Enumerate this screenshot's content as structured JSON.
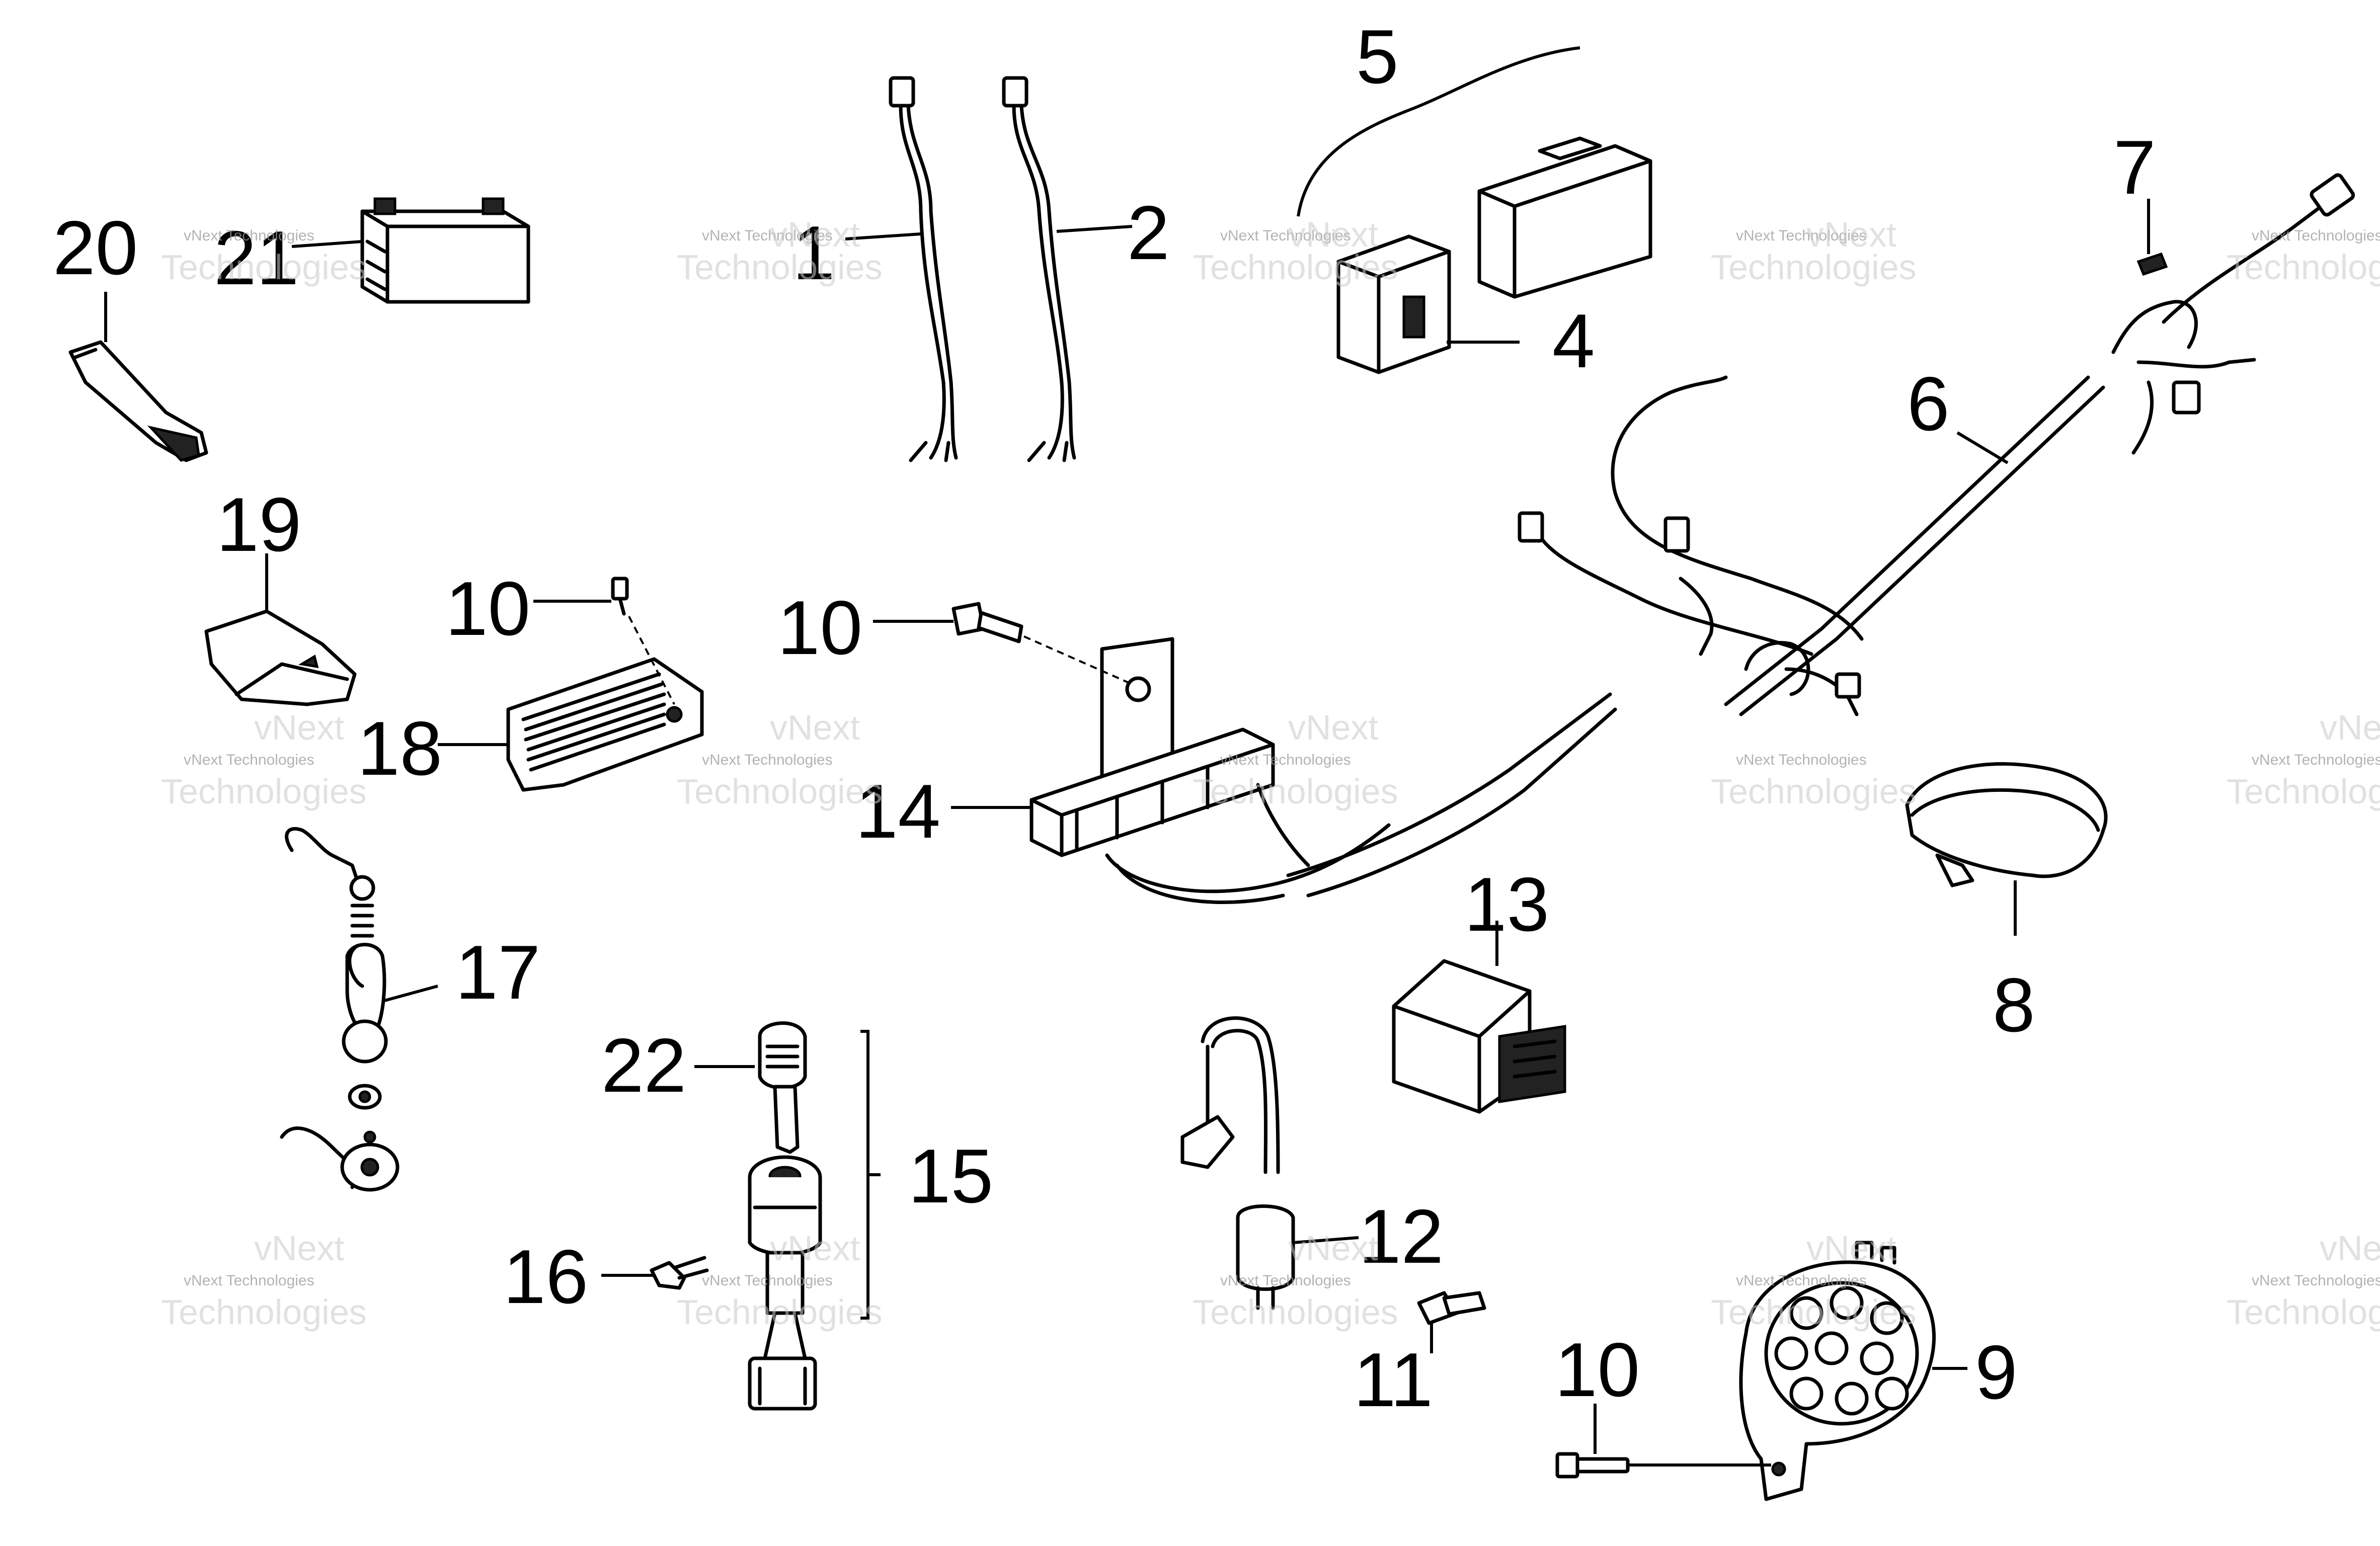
{
  "diagram": {
    "callouts": {
      "c1": "1",
      "c2": "2",
      "c4": "4",
      "c5": "5",
      "c6": "6",
      "c7": "7",
      "c8": "8",
      "c9": "9",
      "c10a": "10",
      "c10b": "10",
      "c10c": "10",
      "c11": "11",
      "c12": "12",
      "c13": "13",
      "c14": "14",
      "c15": "15",
      "c16": "16",
      "c17": "17",
      "c18": "18",
      "c19": "19",
      "c20": "20",
      "c21": "21",
      "c22": "22"
    },
    "watermark": {
      "small": "vNext Technologies",
      "big": "Technologies",
      "big_top": "vNext"
    }
  }
}
